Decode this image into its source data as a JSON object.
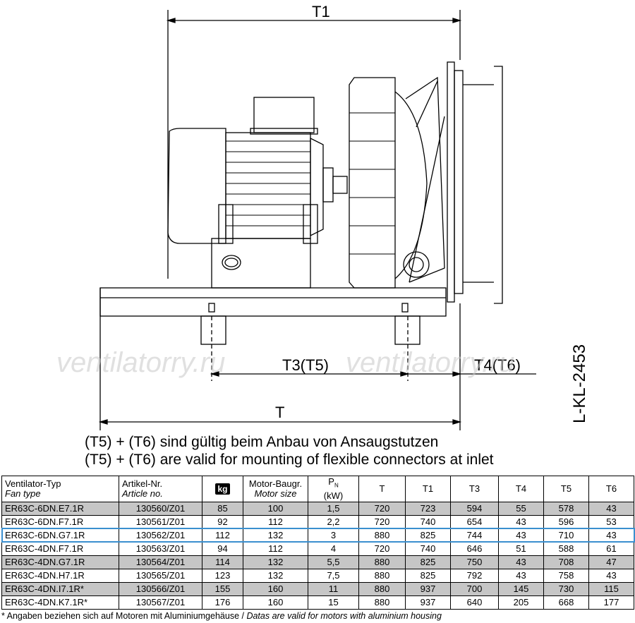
{
  "drawing": {
    "labels": {
      "t1": "T1",
      "t": "T",
      "t3t5": "T3(T5)",
      "t4t6": "T4(T6)"
    },
    "watermark": "ventilatorry.ru",
    "code": "L-KL-2453"
  },
  "notes": {
    "de": "(T5) + (T6) sind gültig beim Anbau von Ansaugstutzen",
    "en": "(T5) + (T6) are valid for mounting of flexible connectors at inlet"
  },
  "table": {
    "headers": {
      "fan_de": "Ventilator-Typ",
      "fan_en": "Fan type",
      "article_de": "Artikel-Nr.",
      "article_en": "Article no.",
      "weight": "kg",
      "motor_de": "Motor-Baugr.",
      "motor_en": "Motor size",
      "power_sym": "P",
      "power_sub": "N",
      "power_unit": "(kW)",
      "t": "T",
      "t1": "T1",
      "t3": "T3",
      "t4": "T4",
      "t5": "T5",
      "t6": "T6"
    },
    "rows": [
      [
        "ER63C-6DN.E7.1R",
        "130560/Z01",
        "85",
        "100",
        "1,5",
        "720",
        "723",
        "594",
        "55",
        "578",
        "43"
      ],
      [
        "ER63C-6DN.F7.1R",
        "130561/Z01",
        "92",
        "112",
        "2,2",
        "720",
        "740",
        "654",
        "43",
        "596",
        "53"
      ],
      [
        "ER63C-6DN.G7.1R",
        "130562/Z01",
        "112",
        "132",
        "3",
        "880",
        "825",
        "744",
        "43",
        "710",
        "43"
      ],
      [
        "ER63C-4DN.F7.1R",
        "130563/Z01",
        "94",
        "112",
        "4",
        "720",
        "740",
        "646",
        "51",
        "588",
        "61"
      ],
      [
        "ER63C-4DN.G7.1R",
        "130564/Z01",
        "114",
        "132",
        "5,5",
        "880",
        "825",
        "750",
        "43",
        "708",
        "47"
      ],
      [
        "ER63C-4DN.H7.1R",
        "130565/Z01",
        "123",
        "132",
        "7,5",
        "880",
        "825",
        "792",
        "43",
        "758",
        "43"
      ],
      [
        "ER63C-4DN.I7.1R*",
        "130566/Z01",
        "155",
        "160",
        "11",
        "880",
        "937",
        "700",
        "145",
        "730",
        "115"
      ],
      [
        "ER63C-4DN.K7.1R*",
        "130567/Z01",
        "176",
        "160",
        "15",
        "880",
        "937",
        "640",
        "205",
        "668",
        "177"
      ]
    ],
    "row_shading": [
      "gray",
      "white",
      "highlight",
      "white",
      "gray",
      "white",
      "gray",
      "white"
    ],
    "highlight_color": "#3a8fcf",
    "shade_color": "#c6c6c6"
  },
  "footnote": {
    "de": "* Angaben beziehen sich auf Motoren mit Aluminiumgehäuse / ",
    "en": "Datas are valid for motors with aluminium housing"
  }
}
